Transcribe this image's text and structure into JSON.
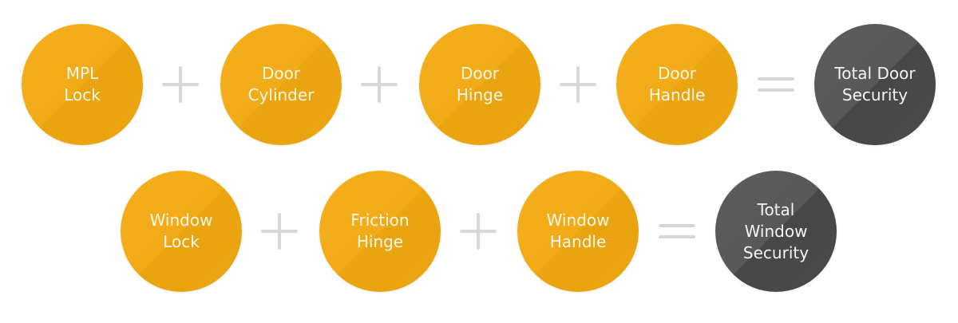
{
  "door_row": {
    "items": [
      "MPL\nLock",
      "Door\nCylinder",
      "Door\nHinge",
      "Door\nHandle"
    ],
    "result": "Total Door\nSecurity"
  },
  "window_row": {
    "items": [
      "Window\nLock",
      "Friction\nHinge",
      "Window\nHandle"
    ],
    "result": "Total\nWindow\nSecurity"
  },
  "colors": {
    "component": "#f2ab18",
    "result": "#555555",
    "operator": "#d8d8d8"
  }
}
